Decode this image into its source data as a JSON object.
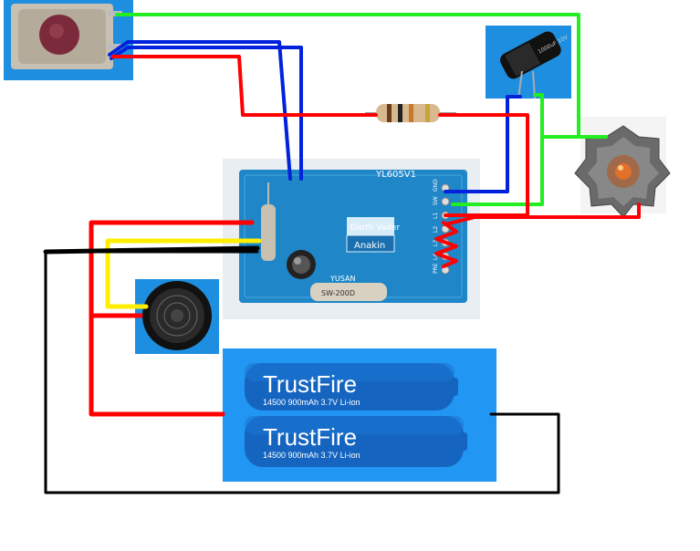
{
  "board": {
    "model_label": "YL605V1",
    "label_top": "Darth Vader",
    "label_bottom": "Anakin",
    "chip_label": "YUSAN",
    "chip_sub": "SW-200D",
    "pin_labels": [
      "GND",
      "SW",
      "L1",
      "L2",
      "L3",
      "L4",
      "PRE"
    ]
  },
  "capacitor": {
    "label": "1000uF 10V"
  },
  "batteries": [
    {
      "brand": "TrustFire",
      "spec": "14500 900mAh 3.7V Li-ion"
    },
    {
      "brand": "TrustFire",
      "spec": "14500 900mAh 3.7V Li-ion"
    }
  ],
  "colors": {
    "wire_red": "#ff0000",
    "wire_blue": "#0022dd",
    "wire_green": "#22ee22",
    "wire_black": "#000000",
    "wire_yellow": "#ffee00",
    "board_blue": "#1f86c8",
    "battery_bg": "#2196f3"
  }
}
